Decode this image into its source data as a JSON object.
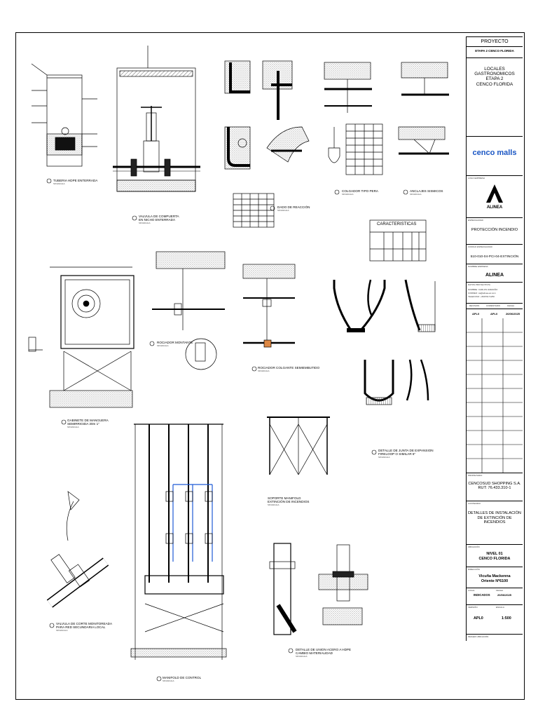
{
  "title_block": {
    "proyecto_header": "PROYECTO",
    "etapa": "ETAPA 2 CENCO FLORIDA",
    "project_name": "LOCALES\nGASTRONOMICOS\nETAPA 2\nCENCO FLORIDA",
    "client_logo": "cenco malls",
    "logo_empresa_label": "LOGO EMPRESA",
    "company_logo_text": "ALINEA",
    "especialidad_label": "ESPECIALIDAD",
    "especialidad": "PROTECCIÓN INCENDIO",
    "codigo_label": "CODIGO ESPECIALIDAD",
    "codigo": "510-010-04-PCI-04-EXTINCIÓN",
    "empresa_label": "NOMBRE EMPRESA",
    "empresa": "ALINEA",
    "datos_label": "DATOS PROYECTISTA",
    "nombre": "NOMBRE:  CARLOS AVEDAÑO",
    "correo": "CORREO:  ca@alinea-ac.com",
    "telefono": "TELEFONO: +56976171250",
    "rev_headers": [
      "REVISION",
      "COMENTARIO",
      "FECHA"
    ],
    "rev_row": [
      "APL0",
      "APL0",
      "26/06/2025"
    ],
    "propietario_label": "PROPIETARIO",
    "propietario": "CENCOSUD SHOPPING S.A.\nRUT: 76.433.310-1",
    "contenido_label": "CONTENIDO",
    "contenido": "DETALLES DE INSTALACIÓN\nDE EXTINCIÓN DE\nINCENDIOS",
    "ubicacion_label": "UBICACIÓN",
    "ubicacion": "NIVEL 01\nCENCO FLORIDA",
    "direccion_label": "DIRECCIÓN",
    "direccion": "Vicuña Mackenna\nOriente Nº6100",
    "local_label": "LOCAL",
    "local": "INDICADOS",
    "fecha_label": "FECHA",
    "fecha": "20/06/2025",
    "version_label": "VERSIÓN",
    "version": "APL0",
    "escala_label": "ESCALA",
    "escala": "1:500",
    "imagen_label": "IMAGEN UBICACIÓN"
  },
  "details": {
    "tuberia": "TUBERIA HDPE ENTERRADA",
    "valvula_compuerta": "VALVULA DE COMPUERTA\nEN NICHO ENTERRADA",
    "dado": "DADO DE REACCIÓN",
    "colgador": "COLGADOR TIPO PERA",
    "anclajes": "ANCLAJES SISMICOS",
    "caracteristicas": "CARACTERISTICAS",
    "gabinete": "GABINETE DE MANGUERA\nSEMIRRIGIDA 30m 1\"",
    "rociador_montante": "ROCIADOR MONTANTE",
    "rociador_colgante": "ROCIADOR COLGANTE SEMIEMBUTIDO",
    "junta": "DETALLE DE JUNTA DE EXPANSION\nFIRELOOP O SIMILAR 6\"",
    "soporte_manifold": "SOPORTE MANIFOLD\nEXTINCIÓN DE INCENDIOS",
    "valvula_corte": "VALVULA DE CORTE MONITOREADA\nPARA RED SECUNDARIA LOCAL",
    "manifold": "MANIFOLD DE CONTROL",
    "union": "DETALLE DE UNION ACERO A HDPE\nCAMBIO MATERIALIDAD",
    "sin_escala": "SIN ESCALA"
  }
}
